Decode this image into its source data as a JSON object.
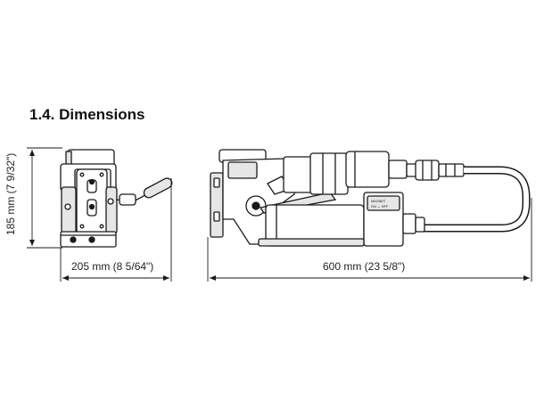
{
  "section": {
    "number": "1.4.",
    "title": "Dimensions"
  },
  "dimensions": {
    "height": "185 mm (7 9/32\")",
    "width": "205 mm (8 5/64\")",
    "length": "600 mm (23 5/8\")"
  },
  "switch_labels": {
    "magnet": "MAGNET",
    "on_off": "ON ↔ OFF"
  },
  "colors": {
    "line": "#1a1a1a",
    "fill": "#ffffff",
    "shade": "#e6e6e6"
  }
}
